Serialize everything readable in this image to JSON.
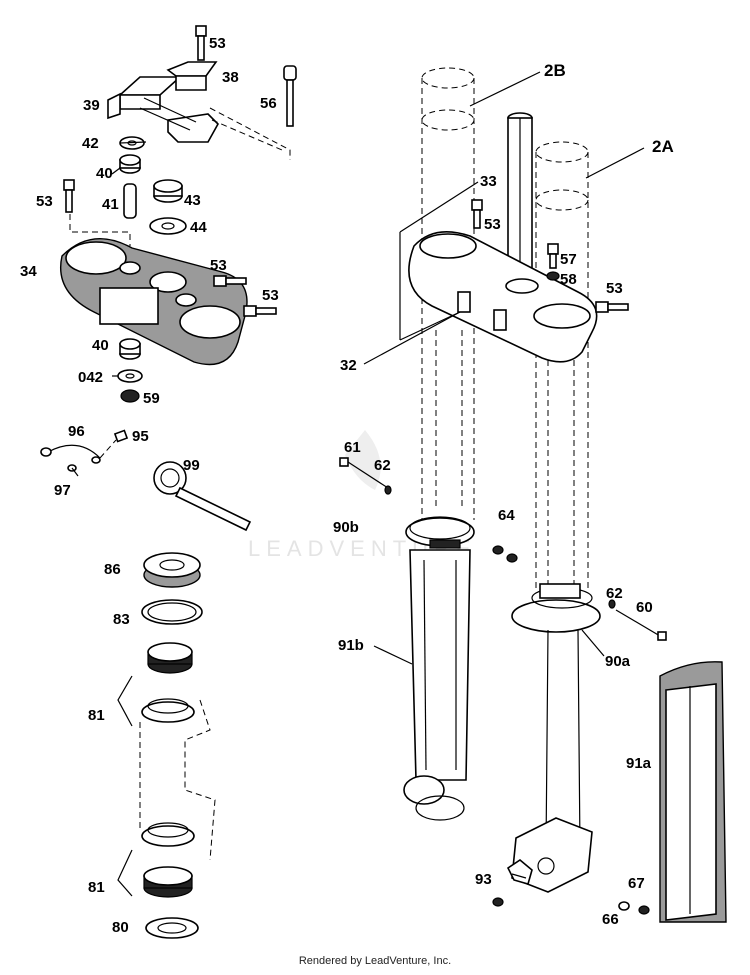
{
  "diagram": {
    "labels": {
      "l53a": "53",
      "l38": "38",
      "l39": "39",
      "l56": "56",
      "l42": "42",
      "l40a": "40",
      "l43": "43",
      "l53b": "53",
      "l41": "41",
      "l44": "44",
      "l34": "34",
      "l53c": "53",
      "l53d": "53",
      "l40b": "40",
      "l042": "042",
      "l59": "59",
      "l96": "96",
      "l95": "95",
      "l97": "97",
      "l99": "99",
      "l86": "86",
      "l83": "83",
      "l81a": "81",
      "l81b": "81",
      "l80": "80",
      "l2b": "2B",
      "l2a": "2A",
      "l33": "33",
      "l53e": "53",
      "l57": "57",
      "l58": "58",
      "l53f": "53",
      "l32": "32",
      "l61": "61",
      "l62a": "62",
      "l90b": "90b",
      "l64": "64",
      "l91b": "91b",
      "l62b": "62",
      "l60": "60",
      "l90a": "90a",
      "l91a": "91a",
      "l93": "93",
      "l67": "67",
      "l66": "66"
    },
    "watermark": "LEADVENTURE",
    "footer": "Rendered by LeadVenture, Inc."
  }
}
